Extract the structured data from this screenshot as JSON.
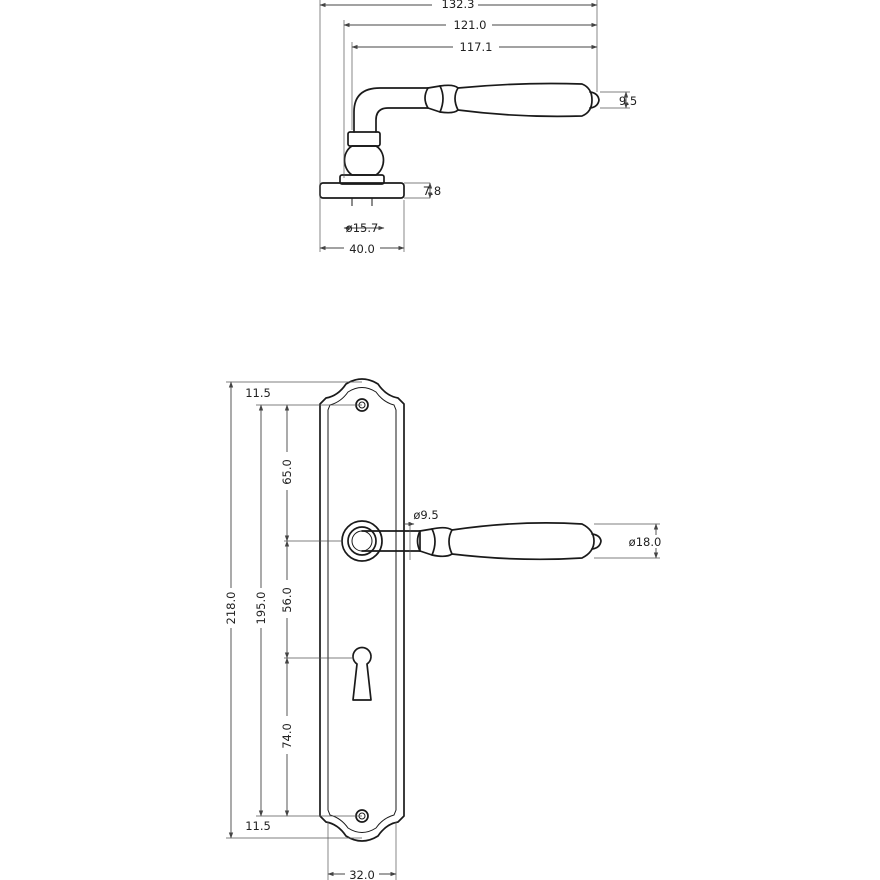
{
  "drawing": {
    "top_view": {
      "overall_length": "132.3",
      "length_from_rose": "121.0",
      "length_from_neck": "117.1",
      "grip_end_thickness": "9.5",
      "rose_thickness": "7.8",
      "rose_neck_diameter": "ø15.7",
      "rose_width": "40.0"
    },
    "front_view": {
      "plate_height": "218.0",
      "inner_height": "195.0",
      "top_margin": "11.5",
      "bottom_margin": "11.5",
      "handle_to_top": "65.0",
      "handle_to_keyhole": "56.0",
      "keyhole_to_bottom": "74.0",
      "plate_width": "32.0",
      "lever_neck_diameter": "ø9.5",
      "grip_diameter": "ø18.0"
    }
  }
}
